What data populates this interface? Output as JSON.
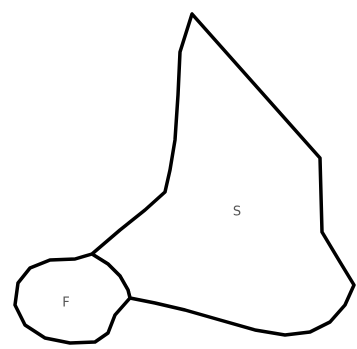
{
  "diagram": {
    "regions": [
      {
        "id": "S",
        "label": "S"
      },
      {
        "id": "F",
        "label": "F"
      }
    ],
    "colors": {
      "outline": "#000000",
      "fill": "#ffffff",
      "label": "#555555"
    }
  }
}
